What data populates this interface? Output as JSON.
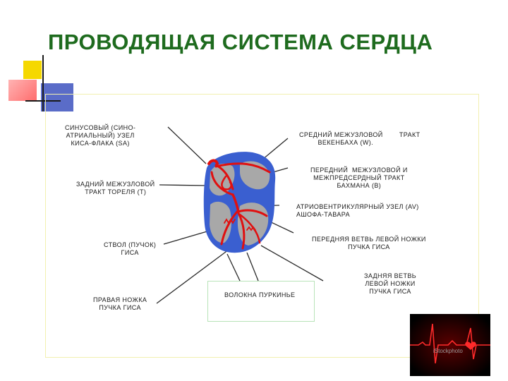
{
  "title": "ПРОВОДЯЩАЯ СИСТЕМА СЕРДЦА",
  "colors": {
    "title": "#1e6b1e",
    "frame": "#f2f0b0",
    "conduction": "#e01010",
    "septum": "#3a5fd0",
    "chamber": "#a8a8a8"
  },
  "labels": {
    "sa_node": [
      "СИНУСОВЫЙ (СИНО-",
      "АТРИАЛЬНЫЙ) УЗЕЛ",
      "КИСА-ФЛАКА (SA)"
    ],
    "middle_tract": [
      "СРЕДНИЙ МЕЖУЗЛОВОЙ        ТРАКТ",
      "ВЕКЕНБАХА (W)."
    ],
    "anterior_tract": [
      "ПЕРЕДНИЙ  МЕЖУЗЛОВОЙ И",
      "МЕЖПРЕДСЕРДНЫЙ ТРАКТ",
      "БАХМАНА (B)"
    ],
    "posterior_tract": [
      "ЗАДНИЙ МЕЖУЗЛОВОЙ",
      "ТРАКТ ТОРЕЛЯ (T)"
    ],
    "av_node": [
      "АТРИОВЕНТРИКУЛЯРНЫЙ УЗЕЛ (AV)",
      "АШОФА-ТАВАРА"
    ],
    "anterior_left_branch": [
      "ПЕРЕДНЯЯ ВЕТВЬ ЛЕВОЙ НОЖКИ",
      "ПУЧКА ГИСА"
    ],
    "his_bundle": [
      "СТВОЛ (ПУЧОК)",
      "ГИСА"
    ],
    "posterior_left_branch": [
      "ЗАДНЯЯ ВЕТВЬ",
      "ЛЕВОЙ НОЖКИ",
      "ПУЧКА ГИСА"
    ],
    "right_branch": [
      "ПРАВАЯ НОЖКА",
      "ПУЧКА ГИСА"
    ],
    "purkinje": "ВОЛОКНА ПУРКИНЬЕ"
  },
  "watermark": "iStockphoto"
}
